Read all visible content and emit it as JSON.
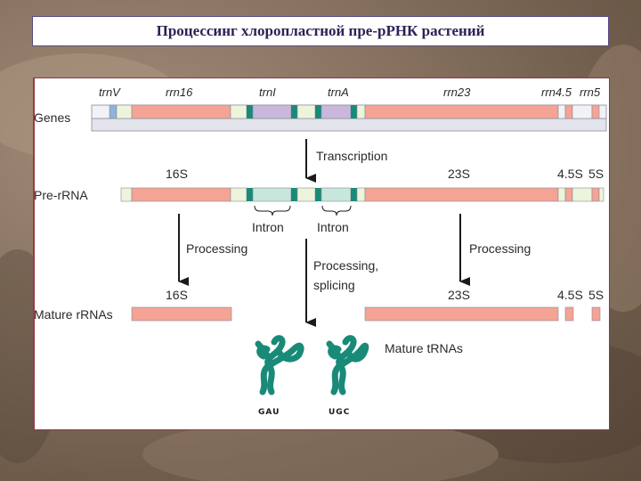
{
  "title": "Процессинг хлоропластной пре-рРНК растений",
  "genes": {
    "row_label": "Genes",
    "labels": [
      "trnV",
      "rrn16",
      "trnI",
      "trnA",
      "rrn23",
      "rrn4.5",
      "rrn5"
    ]
  },
  "transcription_label": "Transcription",
  "pre_rrna": {
    "row_label": "Pre-rRNA",
    "s16": "16S",
    "s23": "23S",
    "s45": "4.5S",
    "s5": "5S",
    "intron_1": "Intron",
    "intron_2": "Intron"
  },
  "processing_left": "Processing",
  "processing_right": "Processing",
  "processing_splicing_1": "Processing,",
  "processing_splicing_2": "splicing",
  "mature": {
    "row_label": "Mature rRNAs",
    "s16": "16S",
    "s23": "23S",
    "s45": "4.5S",
    "s5": "5S",
    "trna_label": "Mature tRNAs",
    "anticodon_1": "GAU",
    "anticodon_2": "UGC"
  },
  "colors": {
    "rrna": "#f4a394",
    "trna": "#c9b8dc",
    "exon_dark": "#1a8a78",
    "intron_fill": "#c7e6dc",
    "spacer": "#ecf4dc",
    "trnv": "#8fb3d9",
    "dna_bottom": "#e3e4ec"
  }
}
